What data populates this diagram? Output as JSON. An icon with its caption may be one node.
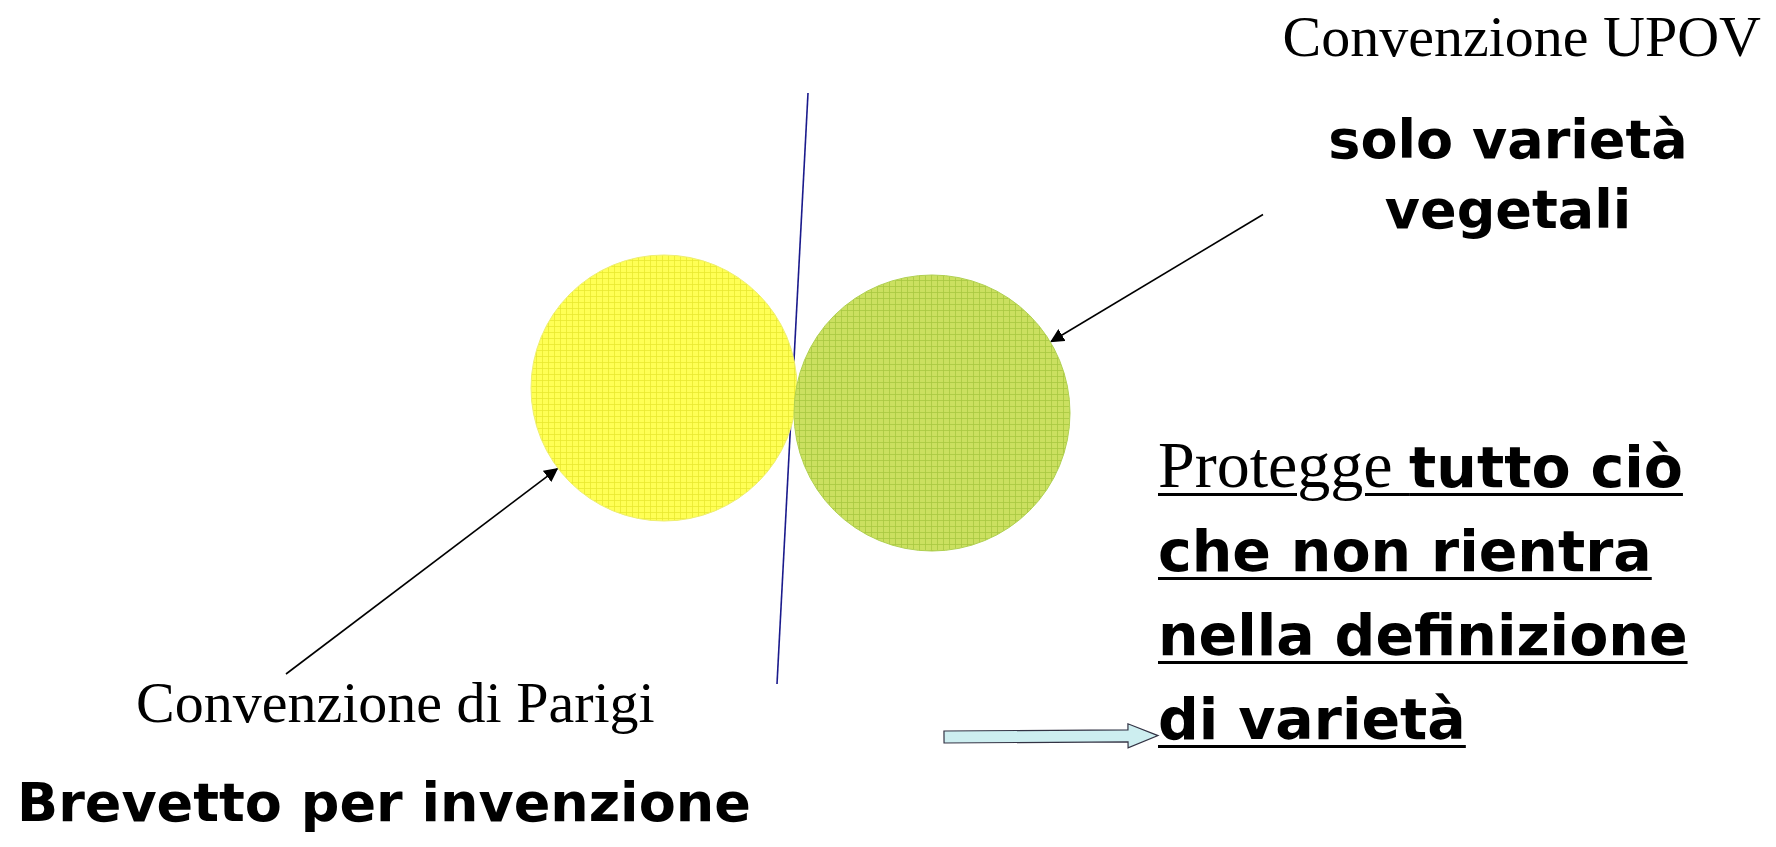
{
  "diagram": {
    "nodes": [
      {
        "text": [
          "solo varietà vegetali"
        ]
      },
      {
        "text": [],
        "shape": "circle"
      },
      {
        "text": [],
        "shape": "circle"
      },
      {
        "text": [
          "Protegge **tutto ciò che non rientra nella definizione di varietà**"
        ]
      },
      {
        "text": [
          "Convenzione di Parigi"
        ]
      }
    ],
    "edges": [
      {
        "from": 0,
        "to": 2,
        "arrow": "to"
      },
      {
        "from": 4,
        "to": 1,
        "arrow": "to"
      },
      {
        "from": null,
        "to": 3,
        "arrow": "to",
        "style": "thick",
        "color": "#cdeef0"
      }
    ],
    "labels": [
      "Convenzione UPOV",
      "Brevetto per invenzione"
    ]
  }
}
